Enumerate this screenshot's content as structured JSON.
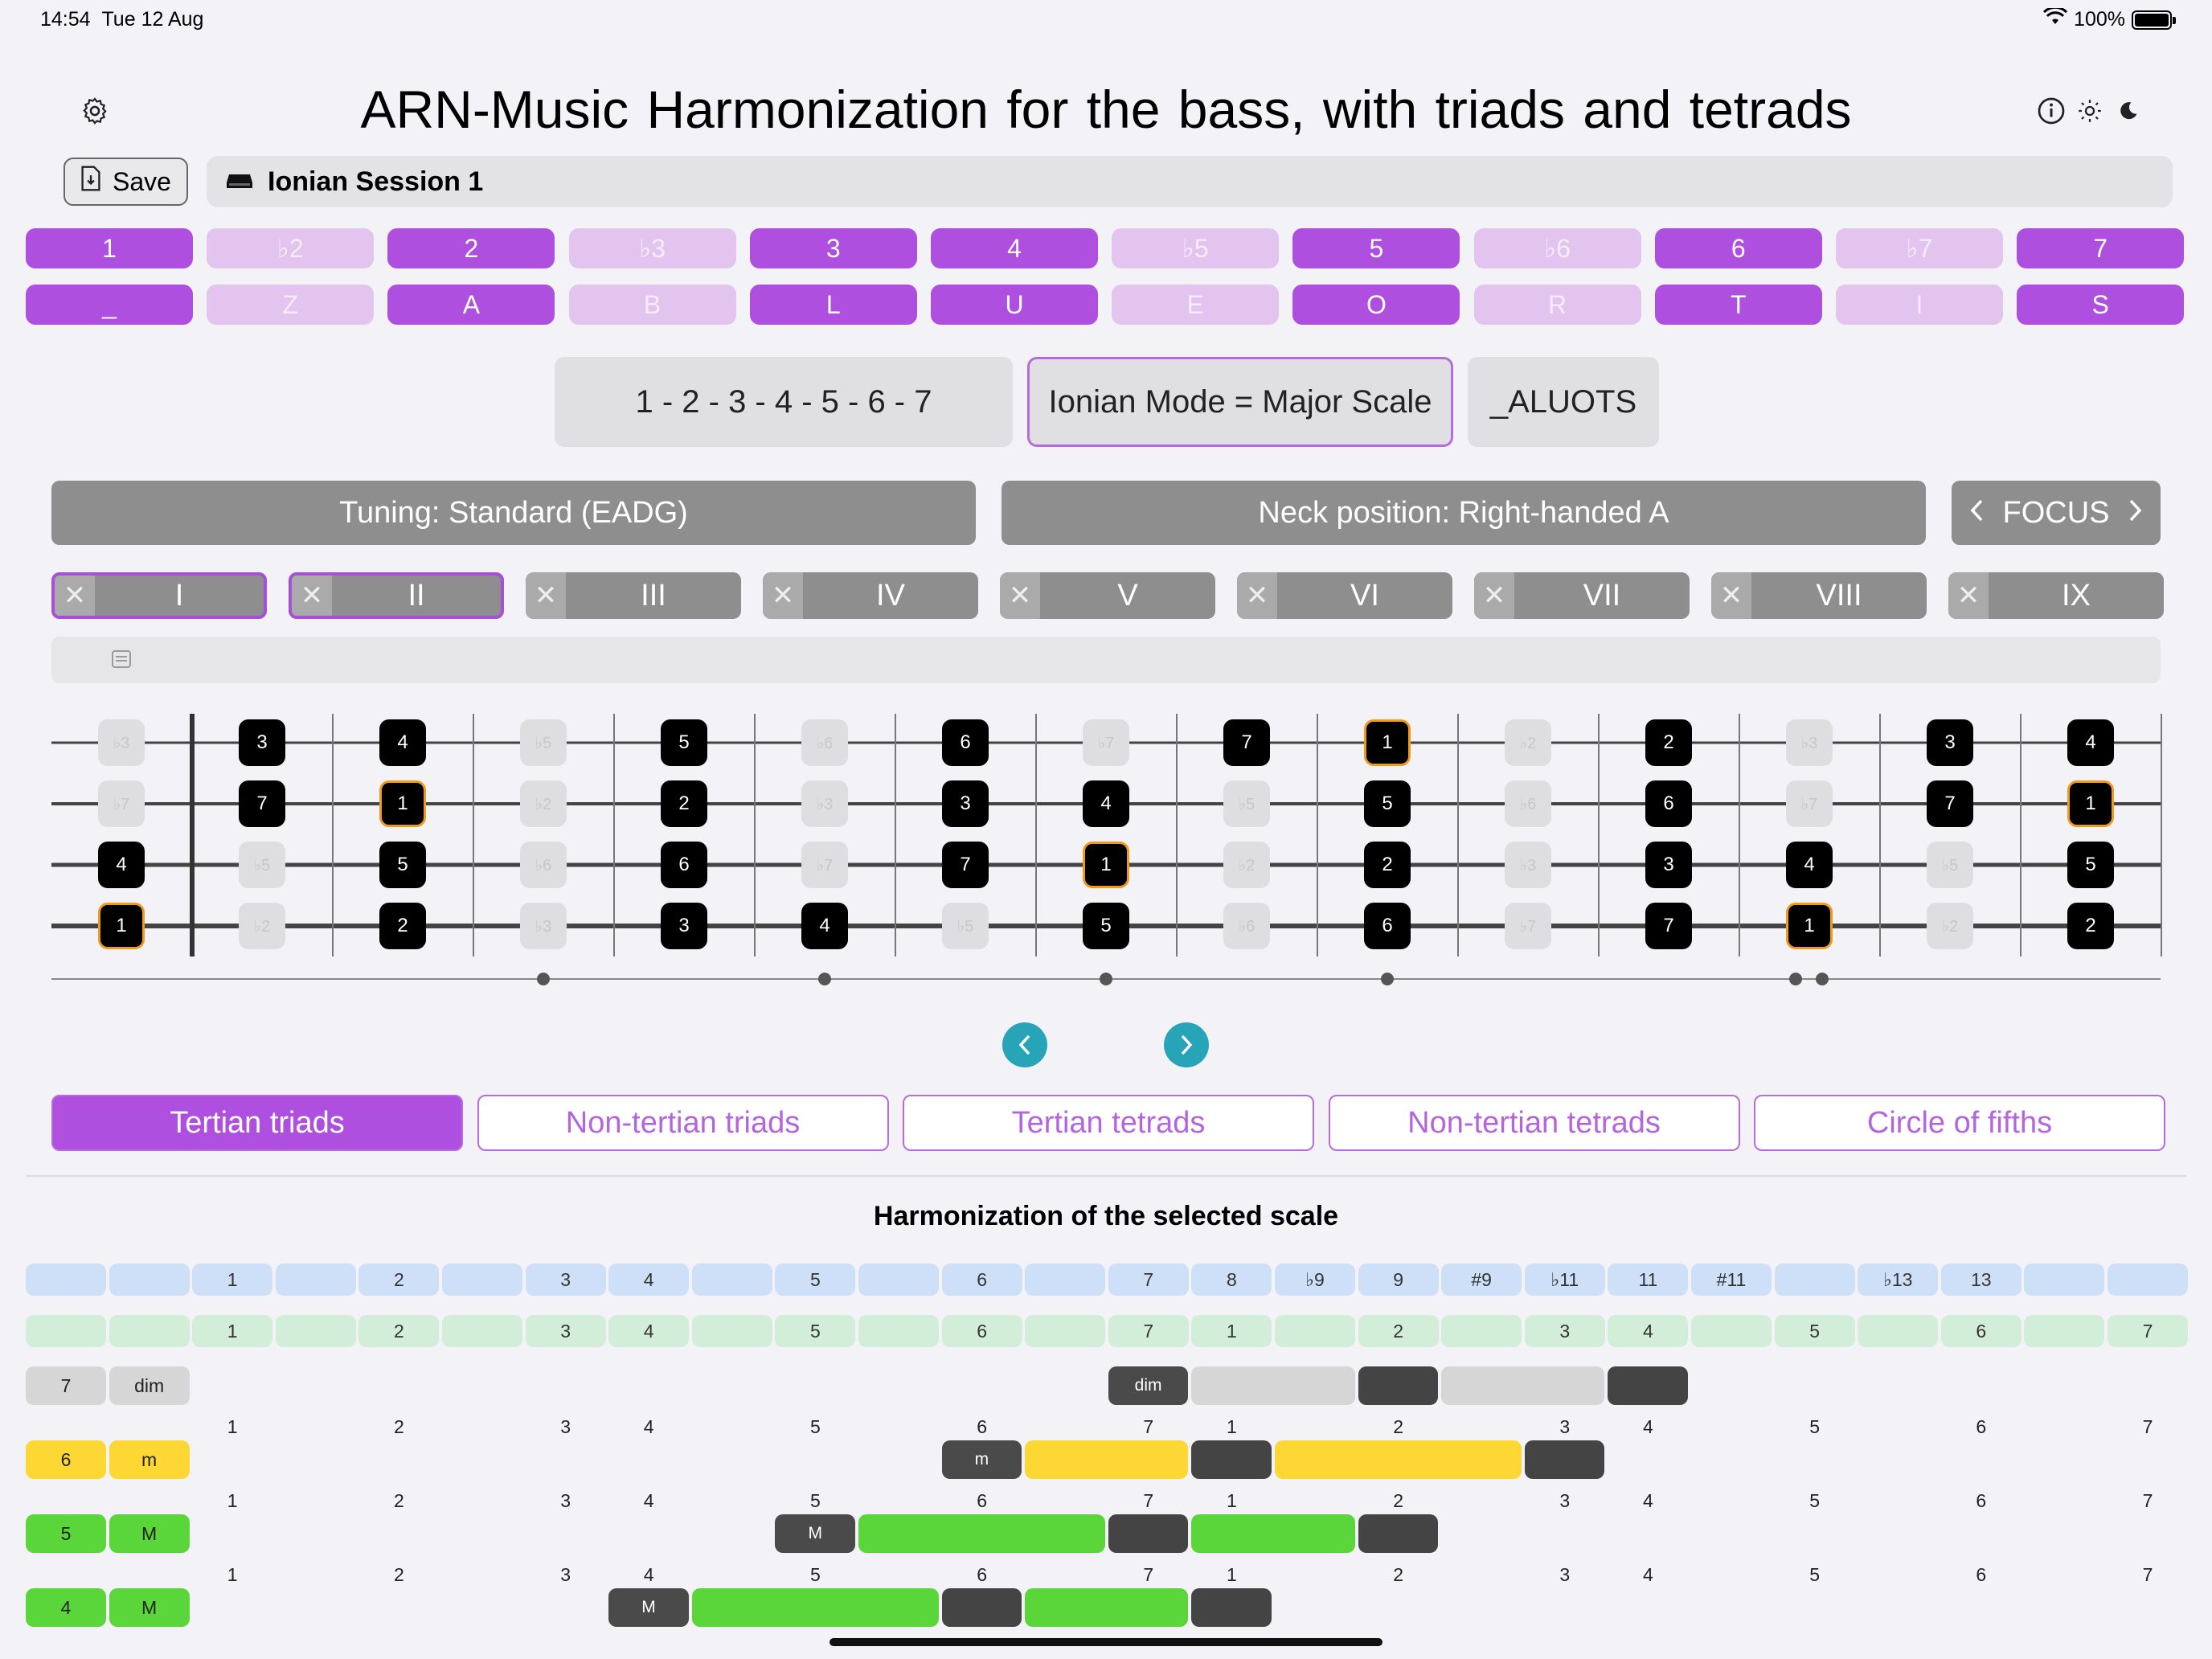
{
  "status": {
    "time": "14:54",
    "date": "Tue 12 Aug",
    "battery": "100%"
  },
  "header": {
    "title": "ARN-Music   Harmonization for the bass, with triads and tetrads"
  },
  "toolbar": {
    "save_label": "Save",
    "session_name": "Ionian Session 1"
  },
  "degrees": [
    {
      "label": "1",
      "on": true
    },
    {
      "label": "♭2",
      "on": false
    },
    {
      "label": "2",
      "on": true
    },
    {
      "label": "♭3",
      "on": false
    },
    {
      "label": "3",
      "on": true
    },
    {
      "label": "4",
      "on": true
    },
    {
      "label": "♭5",
      "on": false
    },
    {
      "label": "5",
      "on": true
    },
    {
      "label": "♭6",
      "on": false
    },
    {
      "label": "6",
      "on": true
    },
    {
      "label": "♭7",
      "on": false
    },
    {
      "label": "7",
      "on": true
    }
  ],
  "letters": [
    {
      "label": "_",
      "on": true
    },
    {
      "label": "Z",
      "on": false
    },
    {
      "label": "A",
      "on": true
    },
    {
      "label": "B",
      "on": false
    },
    {
      "label": "L",
      "on": true
    },
    {
      "label": "U",
      "on": true
    },
    {
      "label": "E",
      "on": false
    },
    {
      "label": "O",
      "on": true
    },
    {
      "label": "R",
      "on": false
    },
    {
      "label": "T",
      "on": true
    },
    {
      "label": "I",
      "on": false
    },
    {
      "label": "S",
      "on": true
    }
  ],
  "scale": {
    "formula": "1 - 2 - 3 - 4 - 5 - 6 - 7",
    "name": "Ionian Mode = Major Scale",
    "code": "_ALUOTS"
  },
  "tuning_label": "Tuning: Standard (EADG)",
  "neck_label": "Neck position: Right-handed A",
  "focus_label": "FOCUS",
  "positions": [
    {
      "label": "I",
      "sel": true
    },
    {
      "label": "II",
      "sel": true
    },
    {
      "label": "III",
      "sel": false
    },
    {
      "label": "IV",
      "sel": false
    },
    {
      "label": "V",
      "sel": false
    },
    {
      "label": "VI",
      "sel": false
    },
    {
      "label": "VII",
      "sel": false
    },
    {
      "label": "VIII",
      "sel": false
    },
    {
      "label": "IX",
      "sel": false
    }
  ],
  "fretboard": {
    "strings": [
      [
        "♭3",
        "3",
        "4",
        "♭5",
        "5",
        "♭6",
        "6",
        "♭7",
        "7",
        "1",
        "♭2",
        "2",
        "♭3",
        "3",
        "4"
      ],
      [
        "♭7",
        "7",
        "1",
        "♭2",
        "2",
        "♭3",
        "3",
        "4",
        "♭5",
        "5",
        "♭6",
        "6",
        "♭7",
        "7",
        "1"
      ],
      [
        "4",
        "♭5",
        "5",
        "♭6",
        "6",
        "♭7",
        "7",
        "1",
        "♭2",
        "2",
        "♭3",
        "3",
        "4",
        "♭5",
        "5"
      ],
      [
        "1",
        "♭2",
        "2",
        "♭3",
        "3",
        "4",
        "♭5",
        "5",
        "♭6",
        "6",
        "♭7",
        "7",
        "1",
        "♭2",
        "2"
      ]
    ]
  },
  "tabs": [
    "Tertian triads",
    "Non-tertian triads",
    "Tertian tetrads",
    "Non-tertian tetrads",
    "Circle of fifths"
  ],
  "harmonization": {
    "title": "Harmonization of the selected scale",
    "row1": [
      "",
      "",
      "1",
      "",
      "2",
      "",
      "3",
      "4",
      "",
      "5",
      "",
      "6",
      "",
      "7",
      "8",
      "♭9",
      "9",
      "#9",
      "♭11",
      "11",
      "#11",
      "",
      "♭13",
      "13",
      "",
      ""
    ],
    "row2": [
      "",
      "",
      "1",
      "",
      "2",
      "",
      "3",
      "4",
      "",
      "5",
      "",
      "6",
      "",
      "7",
      "1",
      "",
      "2",
      "",
      "3",
      "4",
      "",
      "5",
      "",
      "6",
      "",
      "7"
    ],
    "numrow": [
      "",
      "",
      "1",
      "",
      "2",
      "",
      "3",
      "4",
      "",
      "5",
      "",
      "6",
      "",
      "7",
      "1",
      "",
      "2",
      "",
      "3",
      "4",
      "",
      "5",
      "",
      "6",
      "",
      "7"
    ],
    "chords": [
      {
        "degree": "7",
        "quality": "dim",
        "mark": "dim"
      },
      {
        "degree": "6",
        "quality": "m",
        "mark": "m"
      },
      {
        "degree": "5",
        "quality": "M",
        "mark": "M"
      },
      {
        "degree": "4",
        "quality": "M",
        "mark": "M"
      }
    ]
  },
  "colors": {
    "accent": "#ae4fe0",
    "accent_light": "#e2c4ef",
    "teal": "#27a4b8",
    "blue_row": "#cde0f7",
    "green_row": "#d2eed8",
    "yellow": "#fdd835",
    "green": "#5bd63a",
    "dark": "#444444",
    "light": "#d6d6d6",
    "root_border": "#f09a1a"
  }
}
